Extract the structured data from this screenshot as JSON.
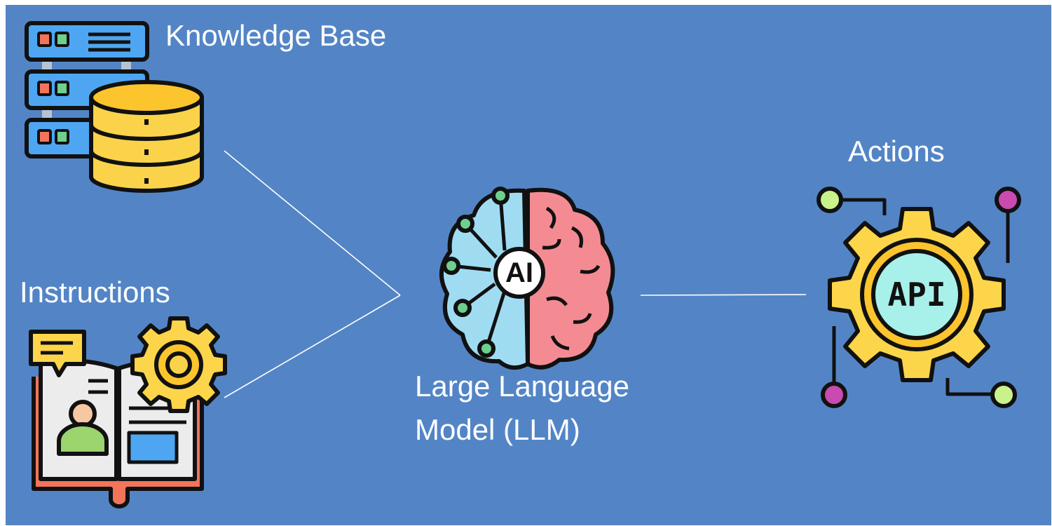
{
  "diagram": {
    "labels": {
      "knowledge_base": "Knowledge Base",
      "instructions": "Instructions",
      "llm_line1": "Large Language",
      "llm_line2": "Model (LLM)",
      "actions": "Actions",
      "ai_badge": "AI",
      "api_badge": "API"
    },
    "nodes": [
      {
        "id": "knowledge_base",
        "icon": "server-database-icon"
      },
      {
        "id": "instructions",
        "icon": "book-gear-icon"
      },
      {
        "id": "llm",
        "icon": "ai-brain-icon"
      },
      {
        "id": "actions",
        "icon": "api-gear-icon"
      }
    ],
    "edges": [
      {
        "from": "knowledge_base",
        "to": "llm"
      },
      {
        "from": "instructions",
        "to": "llm"
      },
      {
        "from": "llm",
        "to": "actions"
      }
    ],
    "colors": {
      "background": "#5385c6",
      "text": "#ffffff",
      "outline": "#111111",
      "server_blue": "#4ea6f2",
      "db_yellow": "#fbd34a",
      "brain_blue": "#9fdcf2",
      "brain_pink": "#f48b93",
      "node_green": "#6fcf8f",
      "gear_yellow": "#fcd54a",
      "api_teal": "#a8f0ea"
    }
  }
}
